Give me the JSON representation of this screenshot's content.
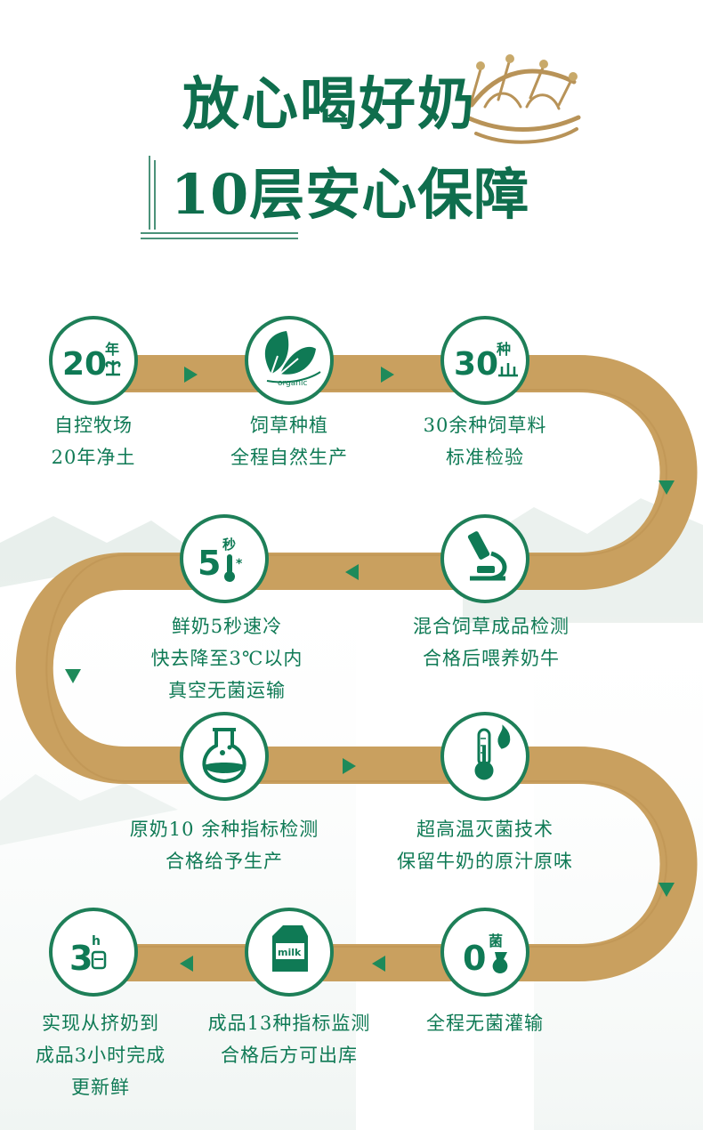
{
  "title": {
    "line1": "放心喝好奶",
    "line2": "10层安心保障"
  },
  "steps": [
    {
      "icon": "pasture-20-years-icon",
      "badge_num": "20",
      "badge_unit": "年",
      "lines": [
        "自控牧场",
        "20年净土"
      ]
    },
    {
      "icon": "organic-leaf-icon",
      "badge_text": "organic",
      "lines": [
        "饲草种植",
        "全程自然生产"
      ]
    },
    {
      "icon": "forage-30-kinds-icon",
      "badge_num": "30",
      "badge_unit": "种",
      "lines": [
        "30余种饲草料",
        "标准检验"
      ]
    },
    {
      "icon": "microscope-icon",
      "lines": [
        "混合饲草成品检测",
        "合格后喂养奶牛"
      ]
    },
    {
      "icon": "quick-cool-5-seconds-icon",
      "badge_num": "5",
      "badge_unit": "秒",
      "lines": [
        "鲜奶5秒速冷",
        "快去降至3℃以内",
        "真空无菌运输"
      ]
    },
    {
      "icon": "lab-flask-icon",
      "lines": [
        "原奶10 余种指标检测",
        "合格给予生产"
      ]
    },
    {
      "icon": "thermometer-flame-icon",
      "lines": [
        "超高温灭菌技术",
        "保留牛奶的原汁原味"
      ]
    },
    {
      "icon": "zero-bacteria-icon",
      "badge_num": "0",
      "badge_unit": "菌",
      "lines": [
        "全程无菌灌输"
      ]
    },
    {
      "icon": "milk-carton-icon",
      "badge_text": "milk",
      "lines": [
        "成品13种指标监测",
        "合格后方可出库"
      ]
    },
    {
      "icon": "three-hours-icon",
      "badge_num": "3",
      "badge_unit": "h",
      "lines": [
        "实现从挤奶到",
        "成品3小时完成",
        "更新鲜"
      ]
    }
  ],
  "colors": {
    "green": "#0f7a55",
    "dark_green": "#0f6e4d",
    "road": "#c9a05f",
    "road_dark": "#b58a4a",
    "gold": "#c8a96a"
  }
}
